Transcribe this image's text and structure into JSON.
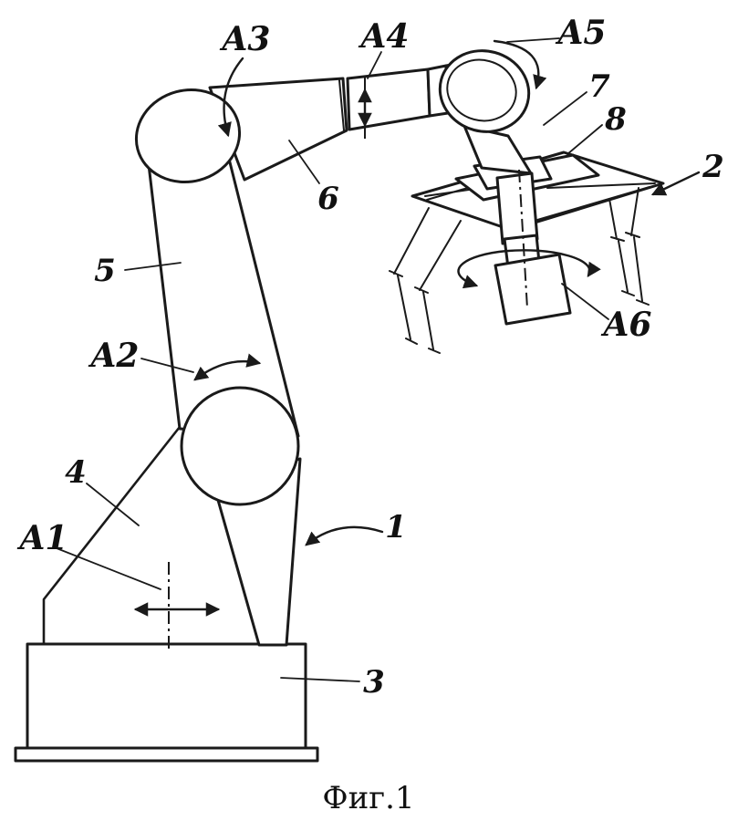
{
  "figure": {
    "caption": "Фиг.1",
    "labels": {
      "a1": "A1",
      "a2": "A2",
      "a3": "A3",
      "a4": "A4",
      "a5": "A5",
      "a6": "A6",
      "part1": "1",
      "part2": "2",
      "part3": "3",
      "part4": "4",
      "part5": "5",
      "part6": "6",
      "part7": "7",
      "part8": "8"
    },
    "colors": {
      "ink": "#1a1a1a",
      "paper": "#ffffff"
    }
  }
}
